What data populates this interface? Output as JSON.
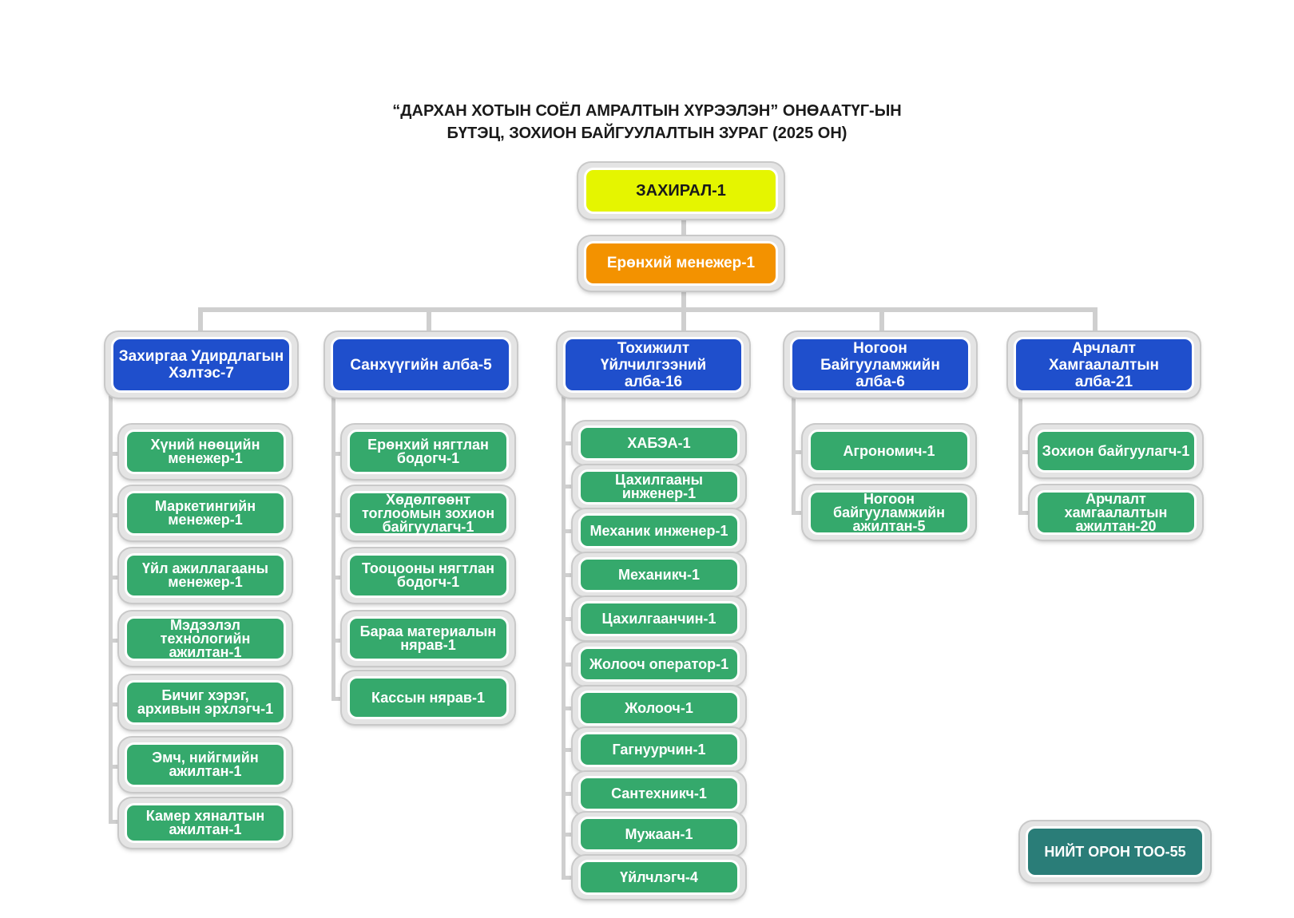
{
  "title": {
    "line1": "“ДАРХАН ХОТЫН СОЁЛ АМРАЛТЫН ХҮРЭЭЛЭН” ОНӨААТҮГ-ЫН",
    "line2": "БҮТЭЦ, ЗОХИОН БАЙГУУЛАЛТЫН ЗУРАГ  (2025 ОН)"
  },
  "director": "ЗАХИРАЛ-1",
  "manager": "Ерөнхий менежер-1",
  "departments": [
    {
      "name": "Захиргаа Удирдлагын Хэлтэс-7",
      "positions": [
        "Хүний нөөцийн менежер-1",
        "Маркетингийн менежер-1",
        "Үйл ажиллагааны менежер-1",
        "Мэдээлэл технологийн ажилтан-1",
        "Бичиг хэрэг, архивын эрхлэгч-1",
        "Эмч, нийгмийн ажилтан-1",
        "Камер хяналтын ажилтан-1"
      ]
    },
    {
      "name": "Санхүүгийн алба-5",
      "positions": [
        "Ерөнхий нягтлан бодогч-1",
        "Хөдөлгөөнт тоглоомын зохион байгуулагч-1",
        "Тооцооны нягтлан бодогч-1",
        "Бараа материалын нярав-1",
        "Кассын нярав-1"
      ]
    },
    {
      "name": "Тохижилт Үйлчилгээний алба-16",
      "positions": [
        "ХАБЭА-1",
        "Цахилгааны инженер-1",
        "Механик инженер-1",
        "Механикч-1",
        "Цахилгаанчин-1",
        "Жолооч оператор-1",
        "Жолооч-1",
        "Гагнуурчин-1",
        "Сантехникч-1",
        "Мужаан-1",
        "Үйлчлэгч-4"
      ]
    },
    {
      "name": "Ногоон Байгууламжийн алба-6",
      "positions": [
        "Агрономич-1",
        "Ногоон байгууламжийн ажилтан-5"
      ]
    },
    {
      "name": "Арчлалт Хамгаалалтын алба-21",
      "positions": [
        "Зохион байгуулагч-1",
        "Арчлалт хамгаалалтын ажилтан-20"
      ]
    }
  ],
  "total": "НИЙТ ОРОН ТОО-55",
  "colors": {
    "director": "#e5f500",
    "manager": "#f39200",
    "department": "#1f4fcc",
    "position": "#35a96c",
    "total": "#2a7d78",
    "connector": "#cfcfcf"
  }
}
